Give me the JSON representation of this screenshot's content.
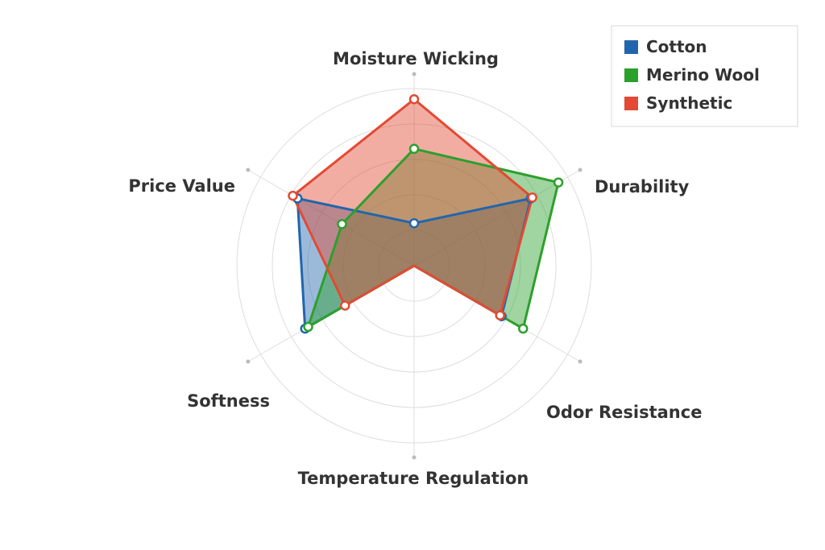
{
  "chart_data": {
    "type": "radar",
    "axes": [
      "Moisture Wicking",
      "Durability",
      "Odor Resistance",
      "Temperature Regulation",
      "Softness",
      "Price Value"
    ],
    "rlim": [
      0,
      10
    ],
    "grid": true,
    "legend_position": "top-right",
    "series": [
      {
        "name": "Cotton",
        "color": "#2166ac",
        "values": [
          2.4,
          7.6,
          5.7,
          0,
          7.1,
          7.6
        ]
      },
      {
        "name": "Merino Wool",
        "color": "#2ca02c",
        "values": [
          6.6,
          9.4,
          7.1,
          0,
          6.9,
          4.7
        ]
      },
      {
        "name": "Synthetic",
        "color": "#e34a33",
        "values": [
          9.4,
          7.7,
          5.6,
          0,
          4.5,
          7.9
        ]
      }
    ]
  }
}
